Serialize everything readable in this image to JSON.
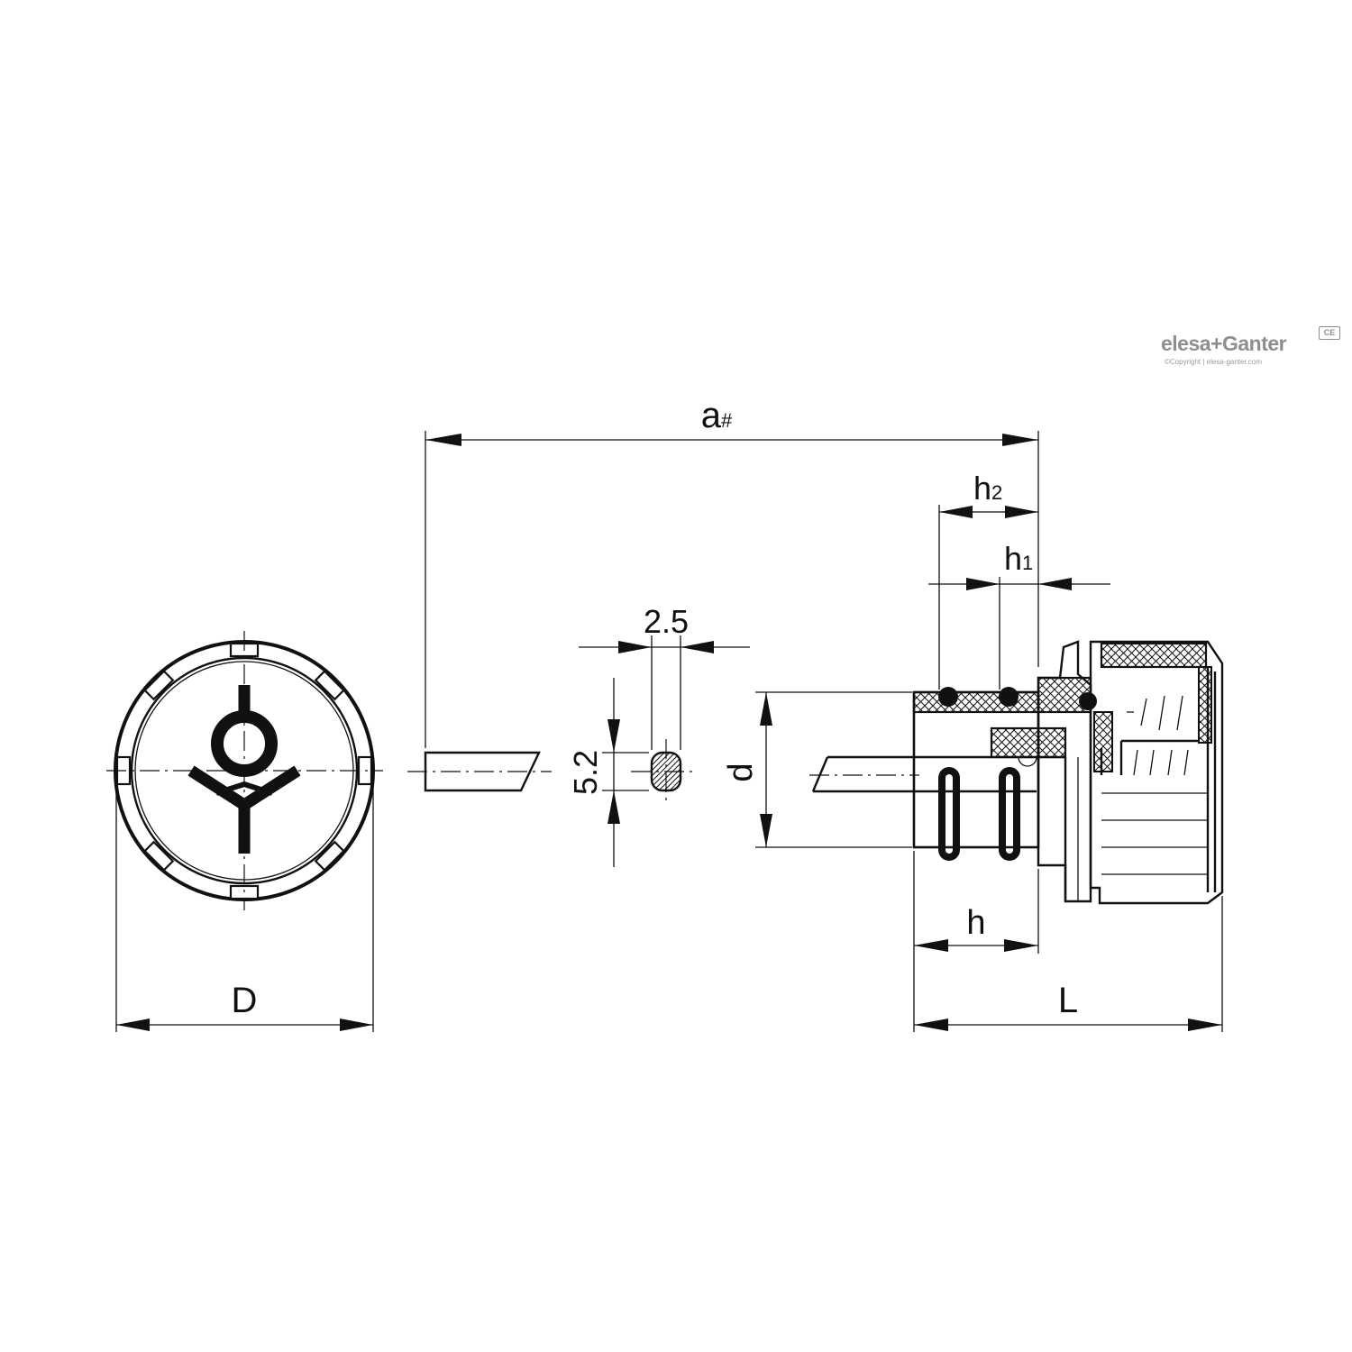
{
  "brand": {
    "name": "elesa+Ganter",
    "copyright": "©Copyright | elesa-ganter.com",
    "mark": "CE"
  },
  "dimensions": {
    "a": "a",
    "a_suffix": "#",
    "h2": "h",
    "h2_sub": "2",
    "h1": "h",
    "h1_sub": "1",
    "h": "h",
    "D": "D",
    "L": "L",
    "d": "d",
    "width_value": "2.5",
    "height_value": "5.2"
  }
}
